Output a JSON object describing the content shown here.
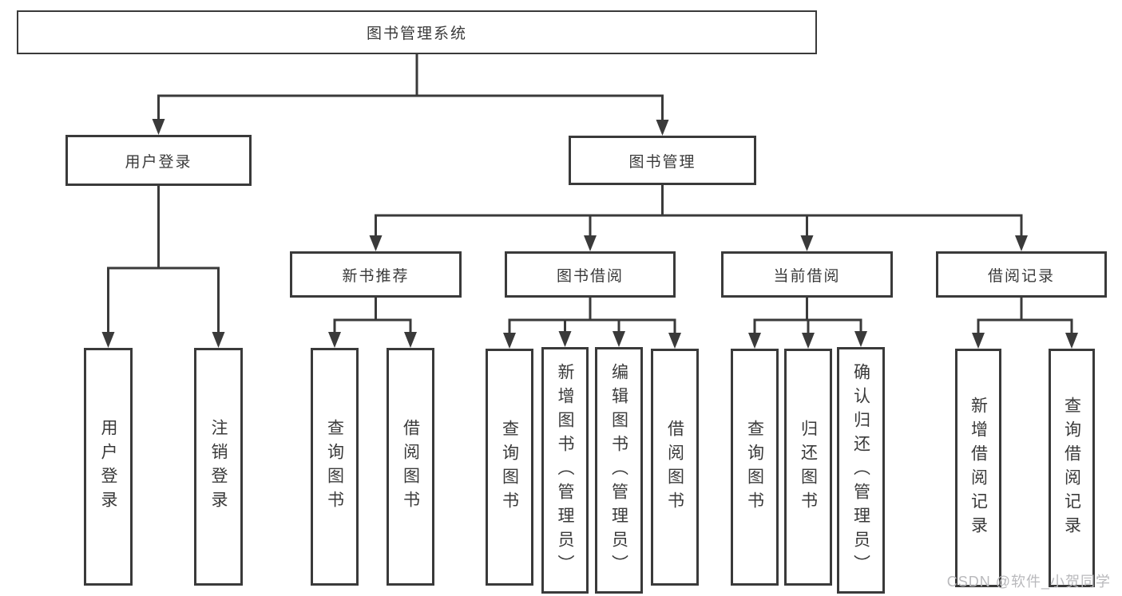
{
  "watermark": "CSDN @软件_小贺同学",
  "colors": {
    "line": "#3a3a3a",
    "border": "#3a3a3a",
    "text": "#3a3a3a",
    "background": "#ffffff",
    "watermark": "#b9b9bc"
  },
  "nodes": [
    {
      "id": "root",
      "label": "图书管理系统",
      "orientation": "horizontal"
    },
    {
      "id": "user-login",
      "label": "用户登录",
      "orientation": "horizontal"
    },
    {
      "id": "book-mgmt",
      "label": "图书管理",
      "orientation": "horizontal"
    },
    {
      "id": "new-book-rec",
      "label": "新书推荐",
      "orientation": "horizontal"
    },
    {
      "id": "book-borrowing",
      "label": "图书借阅",
      "orientation": "horizontal"
    },
    {
      "id": "current-borrowing",
      "label": "当前借阅",
      "orientation": "horizontal"
    },
    {
      "id": "borrowing-records",
      "label": "借阅记录",
      "orientation": "horizontal"
    },
    {
      "id": "leaf-user-login",
      "label": "用户登录",
      "orientation": "vertical"
    },
    {
      "id": "leaf-logout",
      "label": "注销登录",
      "orientation": "vertical"
    },
    {
      "id": "leaf-query-books-1",
      "label": "查询图书",
      "orientation": "vertical"
    },
    {
      "id": "leaf-borrow-books-1",
      "label": "借阅图书",
      "orientation": "vertical"
    },
    {
      "id": "leaf-query-books-2",
      "label": "查询图书",
      "orientation": "vertical"
    },
    {
      "id": "leaf-add-books",
      "label": "新增图书（管理员）",
      "orientation": "vertical"
    },
    {
      "id": "leaf-edit-books",
      "label": "编辑图书（管理员）",
      "orientation": "vertical"
    },
    {
      "id": "leaf-borrow-books-2",
      "label": "借阅图书",
      "orientation": "vertical"
    },
    {
      "id": "leaf-query-books-3",
      "label": "查询图书",
      "orientation": "vertical"
    },
    {
      "id": "leaf-return-books",
      "label": "归还图书",
      "orientation": "vertical"
    },
    {
      "id": "leaf-confirm-return",
      "label": "确认归还（管理员）",
      "orientation": "vertical"
    },
    {
      "id": "leaf-add-borrow-record",
      "label": "新增借阅记录",
      "orientation": "vertical"
    },
    {
      "id": "leaf-query-borrow-record",
      "label": "查询借阅记录",
      "orientation": "vertical"
    }
  ],
  "edges": [
    {
      "from": "root",
      "to": [
        "user-login",
        "book-mgmt"
      ]
    },
    {
      "from": "user-login",
      "to": [
        "leaf-user-login",
        "leaf-logout"
      ]
    },
    {
      "from": "book-mgmt",
      "to": [
        "new-book-rec",
        "book-borrowing",
        "current-borrowing",
        "borrowing-records"
      ]
    },
    {
      "from": "new-book-rec",
      "to": [
        "leaf-query-books-1",
        "leaf-borrow-books-1"
      ]
    },
    {
      "from": "book-borrowing",
      "to": [
        "leaf-query-books-2",
        "leaf-add-books",
        "leaf-edit-books",
        "leaf-borrow-books-2"
      ]
    },
    {
      "from": "current-borrowing",
      "to": [
        "leaf-query-books-3",
        "leaf-return-books",
        "leaf-confirm-return"
      ]
    },
    {
      "from": "borrowing-records",
      "to": [
        "leaf-add-borrow-record",
        "leaf-query-borrow-record"
      ]
    }
  ]
}
